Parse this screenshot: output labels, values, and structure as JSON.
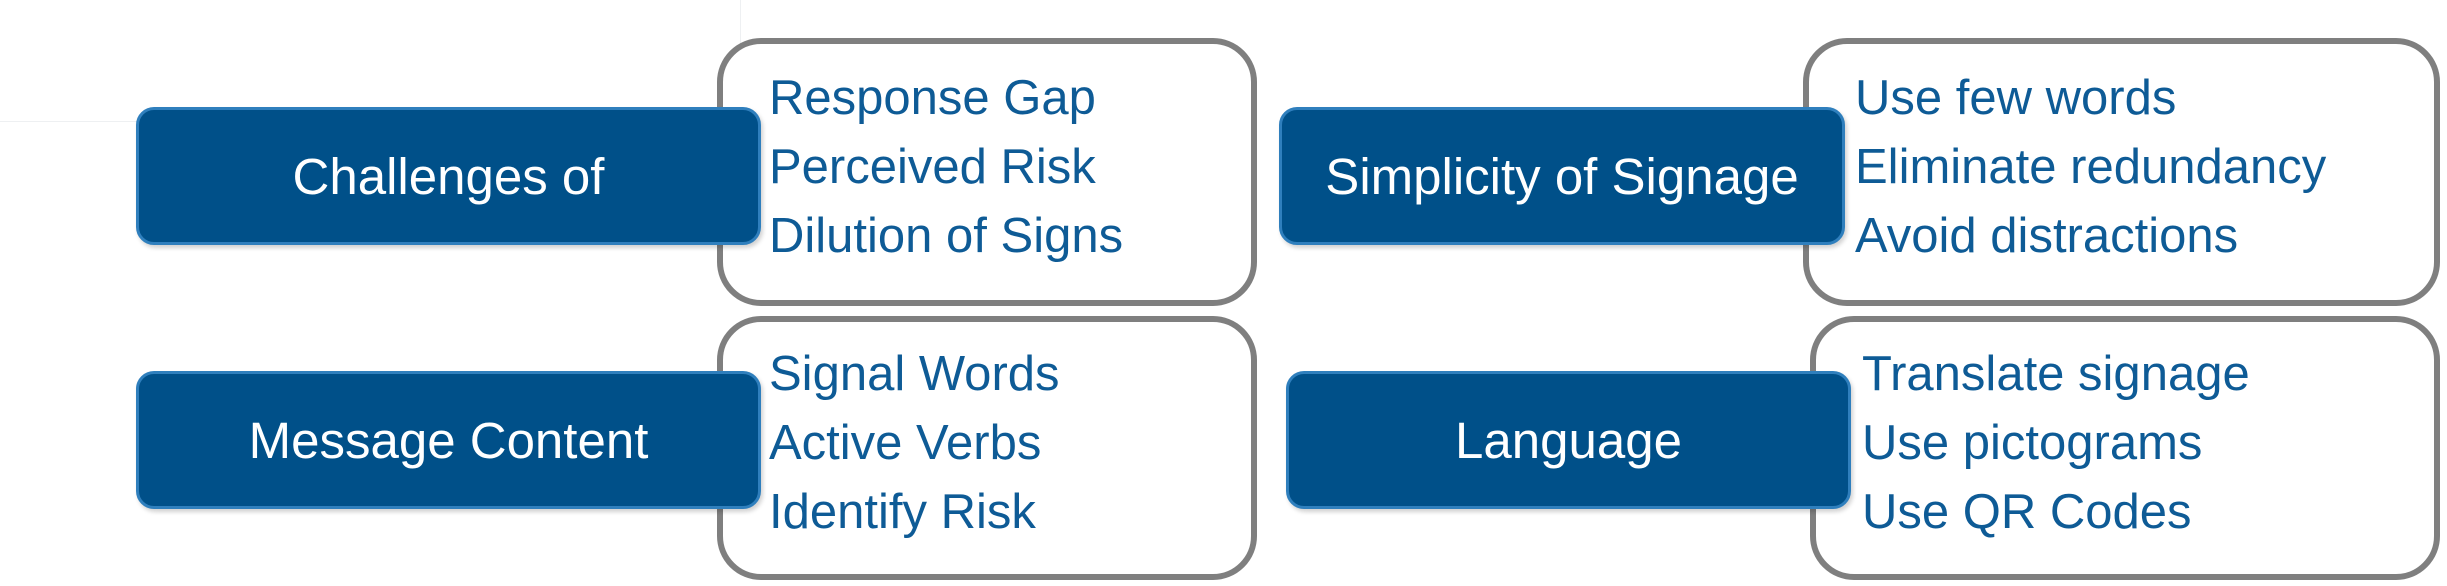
{
  "groups": [
    {
      "label": "Challenges of",
      "items": [
        "Response Gap",
        "Perceived Risk",
        "Dilution of Signs"
      ]
    },
    {
      "label": "Simplicity of Signage",
      "items": [
        "Use few words",
        "Eliminate redundancy",
        "Avoid distractions"
      ]
    },
    {
      "label": "Message Content",
      "items": [
        "Signal Words",
        "Active Verbs",
        "Identify Risk"
      ]
    },
    {
      "label": "Language",
      "items": [
        "Translate signage",
        "Use pictograms",
        "Use QR Codes"
      ]
    }
  ],
  "colors": {
    "label_fill": "#005089",
    "label_border": "#2f7fbd",
    "item_text": "#0e5b96",
    "list_border": "#7f7f7f"
  }
}
